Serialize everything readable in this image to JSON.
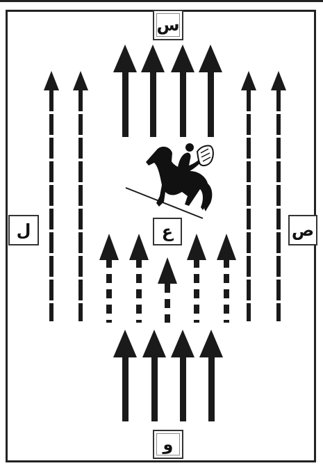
{
  "labels": {
    "top": "س",
    "left": "ل",
    "right": "ص",
    "center": "ع",
    "bottom": "و"
  },
  "colors": {
    "arrow": "#1a1a1a",
    "border": "#222222"
  },
  "icon": "horse-rider-icon"
}
